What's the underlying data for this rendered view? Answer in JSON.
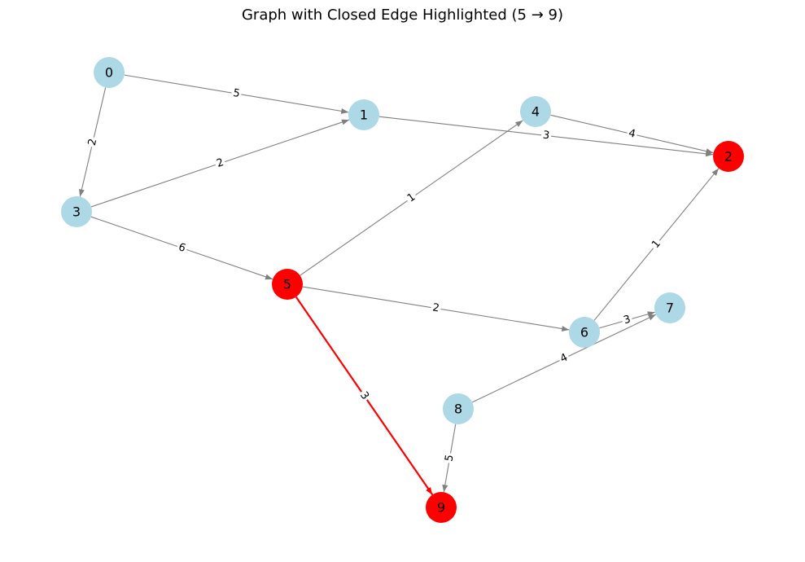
{
  "title": "Graph with Closed Edge Highlighted (5 → 9)",
  "colors": {
    "default_node": "#add8e6",
    "highlight_node": "#ff0000",
    "default_edge": "#808080",
    "highlight_edge": "#ff0000"
  },
  "nodes": [
    {
      "id": "0",
      "highlighted": false
    },
    {
      "id": "1",
      "highlighted": false
    },
    {
      "id": "2",
      "highlighted": true
    },
    {
      "id": "3",
      "highlighted": false
    },
    {
      "id": "4",
      "highlighted": false
    },
    {
      "id": "5",
      "highlighted": true
    },
    {
      "id": "6",
      "highlighted": false
    },
    {
      "id": "7",
      "highlighted": false
    },
    {
      "id": "8",
      "highlighted": false
    },
    {
      "id": "9",
      "highlighted": true
    }
  ],
  "edges": [
    {
      "from": "0",
      "to": "1",
      "weight": "5",
      "highlighted": false
    },
    {
      "from": "0",
      "to": "3",
      "weight": "2",
      "highlighted": false
    },
    {
      "from": "1",
      "to": "2",
      "weight": "3",
      "highlighted": false
    },
    {
      "from": "3",
      "to": "1",
      "weight": "2",
      "highlighted": false
    },
    {
      "from": "4",
      "to": "2",
      "weight": "4",
      "highlighted": false
    },
    {
      "from": "5",
      "to": "4",
      "weight": "1",
      "highlighted": false
    },
    {
      "from": "3",
      "to": "5",
      "weight": "6",
      "highlighted": false
    },
    {
      "from": "6",
      "to": "2",
      "weight": "1",
      "highlighted": false
    },
    {
      "from": "5",
      "to": "6",
      "weight": "2",
      "highlighted": false
    },
    {
      "from": "6",
      "to": "7",
      "weight": "3",
      "highlighted": false
    },
    {
      "from": "8",
      "to": "7",
      "weight": "4",
      "highlighted": false
    },
    {
      "from": "8",
      "to": "9",
      "weight": "5",
      "highlighted": false
    },
    {
      "from": "5",
      "to": "9",
      "weight": "3",
      "highlighted": true
    }
  ]
}
